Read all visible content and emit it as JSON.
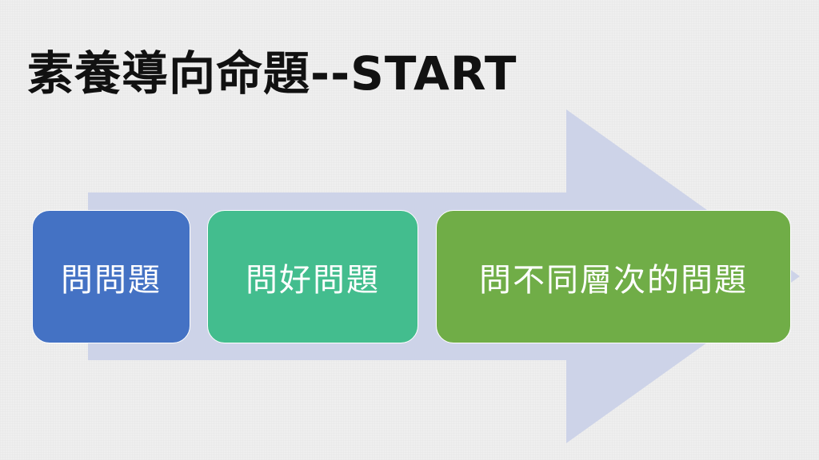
{
  "title": "素養導向命題--START",
  "steps": [
    {
      "label": "問問題",
      "color": "#4472C4"
    },
    {
      "label": "問好問題",
      "color": "#43BD8E"
    },
    {
      "label": "問不同層次的問題",
      "color": "#70AD47"
    }
  ],
  "arrow_color": "#CDD3E8"
}
